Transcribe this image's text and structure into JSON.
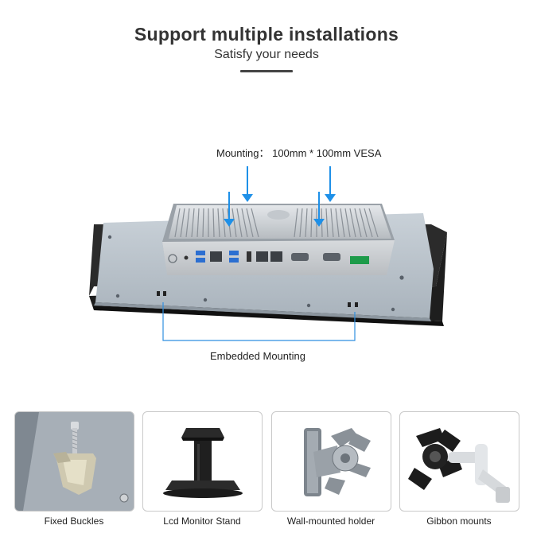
{
  "header": {
    "title": "Support multiple installations",
    "subtitle": "Satisfy your needs"
  },
  "diagram": {
    "mounting_label": "Mounting： 100mm * 100mm VESA",
    "embedded_label": "Embedded Mounting"
  },
  "options": [
    {
      "label": "Fixed Buckles"
    },
    {
      "label": "Lcd Monitor Stand"
    },
    {
      "label": "Wall-mounted holder"
    },
    {
      "label": "Gibbon mounts"
    }
  ],
  "colors": {
    "arrow": "#1e90e8",
    "callout_line": "#2f8fe0",
    "panel": "#b9c3cc",
    "bezel": "#2a2a2a"
  }
}
